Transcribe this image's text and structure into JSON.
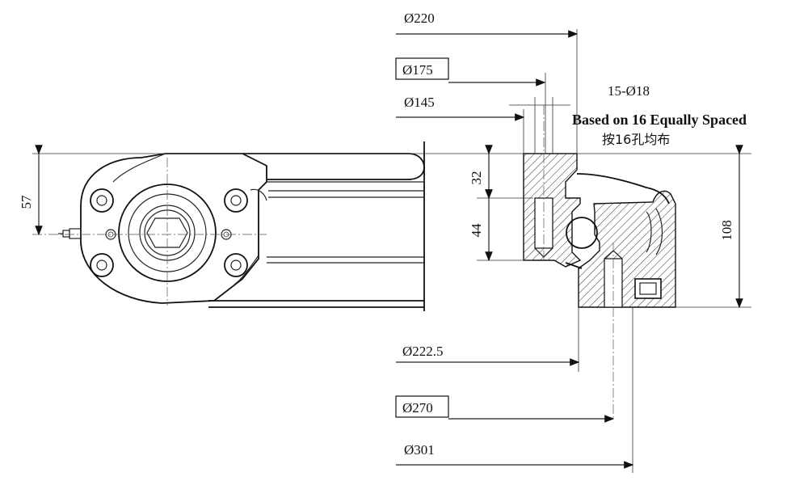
{
  "dimensions": {
    "d220": "Ø220",
    "d175": "Ø175",
    "d145": "Ø145",
    "holes": "15-Ø18",
    "d222_5": "Ø222.5",
    "d270": "Ø270",
    "d301": "Ø301",
    "h57": "57",
    "h32": "32",
    "h44": "44",
    "h108": "108"
  },
  "notes": {
    "hole_pattern_en": "Based on 16 Equally Spaced",
    "hole_pattern_cn": "按16孔均布"
  }
}
